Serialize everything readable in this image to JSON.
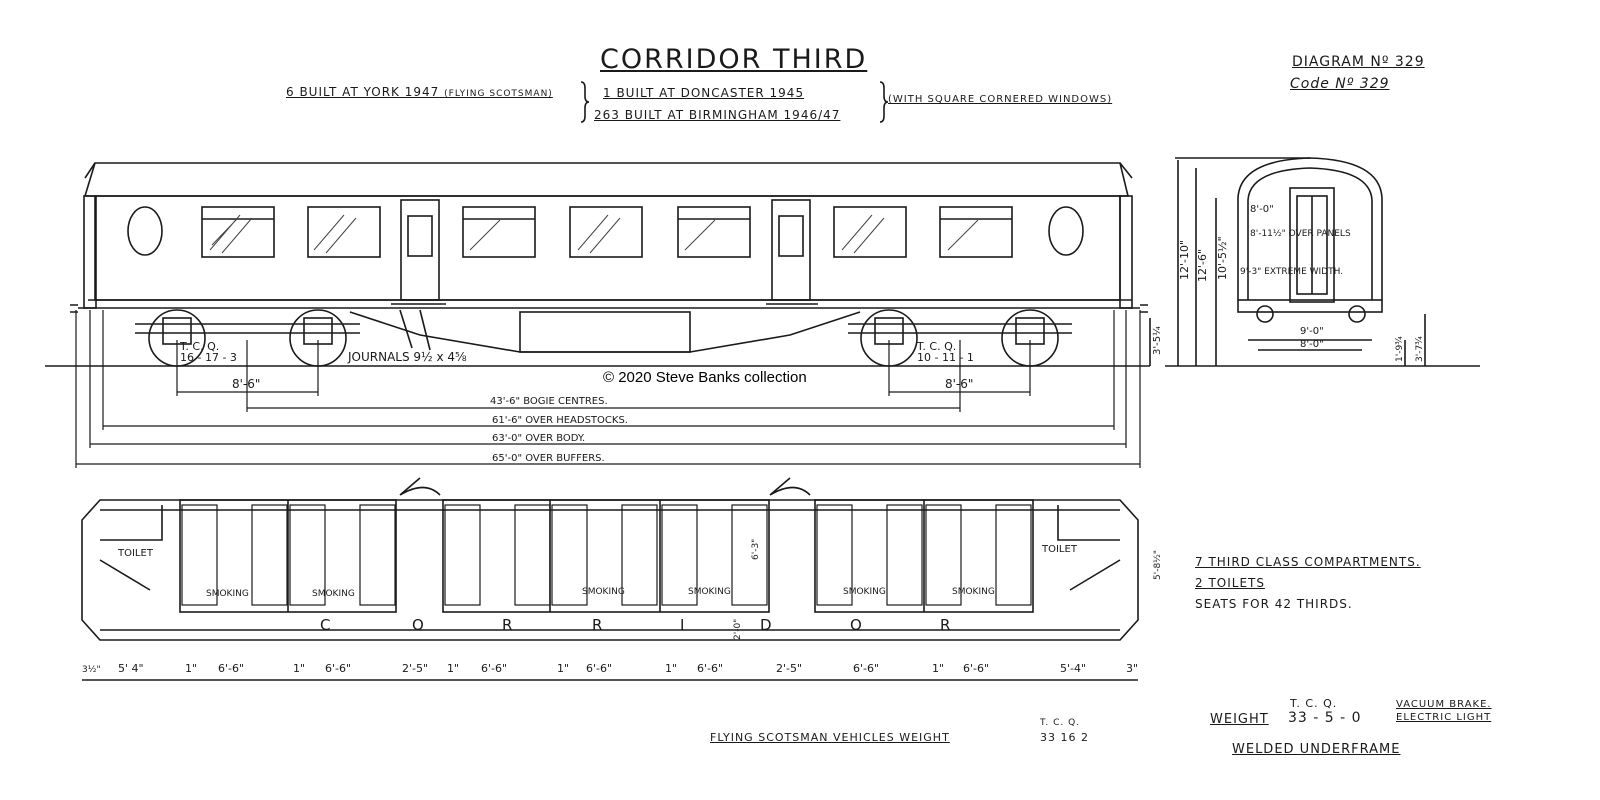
{
  "title": "CORRIDOR THIRD",
  "build": {
    "york": "6 BUILT AT YORK 1947",
    "york_note": "(FLYING SCOTSMAN)",
    "doncaster": "1 BUILT AT DONCASTER 1945",
    "birmingham": "263 BUILT AT BIRMINGHAM 1946/47",
    "windows_note": "(WITH SQUARE CORNERED WINDOWS)"
  },
  "diagram_no": "DIAGRAM Nº 329",
  "code_no": "Code Nº 329",
  "copyright": "© 2020 Steve Banks collection",
  "side_view": {
    "bogie_left_weight": "T. C. Q.",
    "bogie_left_values": "16 - 17 - 3",
    "bogie_right_weight": "T. C. Q.",
    "bogie_right_values": "10 - 11 - 1",
    "journals": "JOURNALS 9½ x 4⅝",
    "wheelbase_left": "8'-6\"",
    "wheelbase_right": "8'-6\"",
    "dim_bogie_centres": "43'-6\" BOGIE CENTRES.",
    "dim_headstocks": "61'-6\" OVER HEADSTOCKS.",
    "dim_body": "63'-0\" OVER BODY.",
    "dim_buffers": "65'-0\" OVER BUFFERS.",
    "height_small": "3'-5¼"
  },
  "end_view": {
    "h1": "12'-10\"",
    "h2": "12'-6\"",
    "h3": "10'-5½\"",
    "w1": "8'-0\"",
    "w2": "8'-11½\" OVER PANELS",
    "w3": "9'-3\" EXTREME WIDTH.",
    "w4": "9'-0\"",
    "w5": "8'-0\"",
    "h4": "1'-9¾",
    "h5": "3'-7¾"
  },
  "plan_view": {
    "toilet_left": "TOILET",
    "toilet_right": "TOILET",
    "smoking_labels": [
      "SMOKING",
      "SMOKING",
      "SMOKING",
      "SMOKING",
      "SMOKING",
      "SMOKING"
    ],
    "corridor_letters": [
      "C",
      "O",
      "R",
      "R",
      "I",
      "D",
      "O",
      "R"
    ],
    "corridor_width": "2'-0\"",
    "compartment_depth": "6'-3\"",
    "end_width": "5'-8½\"",
    "bottom_dims": [
      "5' 4\"",
      "1\"",
      "6'-6\"",
      "1\"",
      "6'-6\"",
      "2'-5\"",
      "1\"",
      "6'-6\"",
      "1\"",
      "6'-6\"",
      "1\"",
      "6'-6\"",
      "2'-5\"",
      "6'-6\"",
      "1\"",
      "6'-6\"",
      "5'-4\"",
      "3\""
    ],
    "end_dim_left": "3½\""
  },
  "summary": {
    "line1": "7 THIRD CLASS COMPARTMENTS.",
    "line2": "2 TOILETS",
    "line3": "SEATS FOR 42 THIRDS."
  },
  "weight": {
    "units": "T.  C.  Q.",
    "label": "WEIGHT",
    "value": "33 - 5 - 0",
    "brake": "VACUUM BRAKE.",
    "light": "ELECTRIC LIGHT",
    "underframe": "WELDED UNDERFRAME"
  },
  "flying_scotsman": {
    "text": "FLYING SCOTSMAN VEHICLES    WEIGHT",
    "units": "T.  C.  Q.",
    "value": "33  16  2"
  }
}
